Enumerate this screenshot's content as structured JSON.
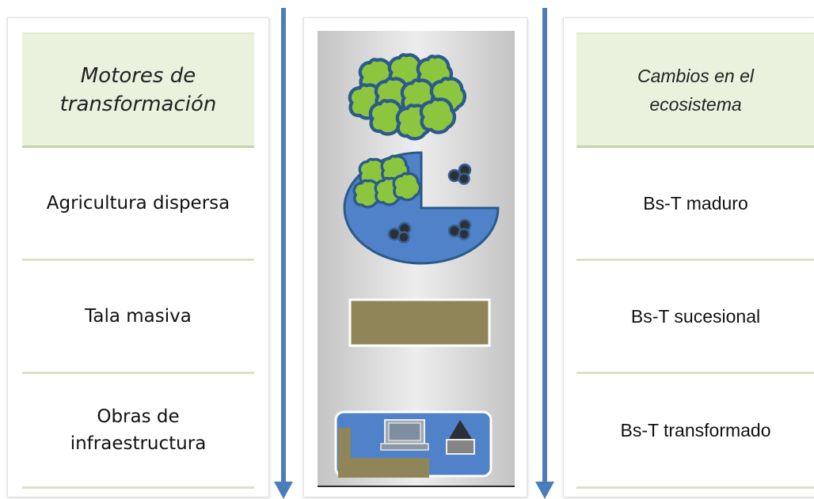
{
  "left_column": {
    "header": "Motores de transformación",
    "rows": [
      "Agricultura dispersa",
      "Tala masiva",
      "Obras de infraestructura"
    ]
  },
  "right_column": {
    "header": "Cambios en el ecosistema",
    "rows": [
      "Bs-T maduro",
      "Bs-T sucesional",
      "Bs-T transformado"
    ]
  },
  "colors": {
    "arrow": "#4a7ebb",
    "header_fill": "#eaf1dd",
    "row_border": "#d9e3c4",
    "water_blue": "#4f82c8",
    "tree_green": "#8cc63f",
    "tree_outline": "#2c5a8a",
    "bare_soil": "#8f8558",
    "dark_shrub": "#2a2f38"
  },
  "icons": [
    "mature-forest-icon",
    "partial-forest-pie-icon",
    "bare-land-icon",
    "infrastructure-icon"
  ]
}
